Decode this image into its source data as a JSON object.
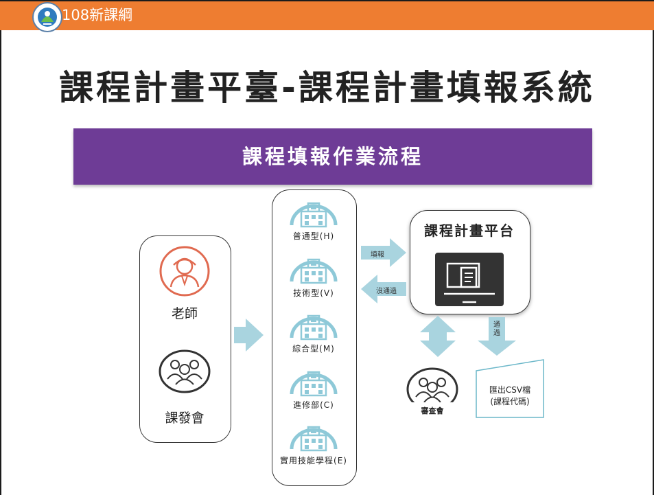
{
  "header": {
    "brand_label": "108新課綱",
    "accent_color": "#ee7d31",
    "logo_icon": "ministry-of-education-seal"
  },
  "slide": {
    "title": "課程計畫平臺-課程計畫填報系統"
  },
  "diagram": {
    "banner_title": "課程填報作業流程",
    "banner_color": "#6e3c96",
    "submitters": [
      {
        "label": "老師",
        "icon": "teacher-icon"
      },
      {
        "label": "課發會",
        "icon": "committee-icon"
      }
    ],
    "school_types": [
      {
        "label": "普通型(H)",
        "icon": "school-building-icon"
      },
      {
        "label": "技術型(V)",
        "icon": "school-building-icon"
      },
      {
        "label": "綜合型(M)",
        "icon": "school-building-icon"
      },
      {
        "label": "進修部(C)",
        "icon": "school-building-icon"
      },
      {
        "label": "實用技能學程(E)",
        "icon": "school-building-icon"
      }
    ],
    "platform": {
      "title": "課程計畫平台",
      "icon": "computer-document-icon"
    },
    "arrows": {
      "fill_label": "填報",
      "fail_label": "沒通過",
      "pass_label": "通過"
    },
    "review": {
      "label": "審查會",
      "icon": "committee-icon"
    },
    "export": {
      "line1": "匯出CSV檔",
      "line2": "(課程代碼)"
    },
    "arrow_color": "#a9d4df"
  }
}
